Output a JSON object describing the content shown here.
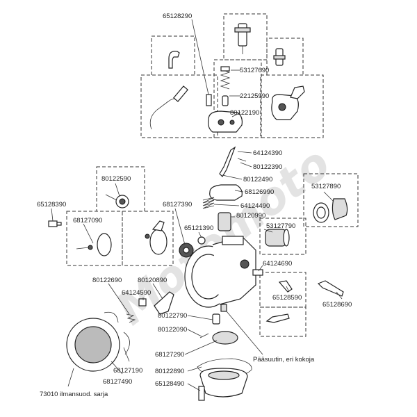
{
  "watermark": "Motomoto",
  "labels": {
    "p65128290": "65128290",
    "p53127690": "53127690",
    "p22125990": "22125990",
    "p80122190": "80122190",
    "p64124390": "64124390",
    "p80122390": "80122390",
    "p80122490": "80122490",
    "p68126990": "68126990",
    "p64124490": "64124490",
    "p80120990": "80120990",
    "p53127890": "53127890",
    "p53127790": "53127790",
    "p80122590": "80122590",
    "p65128390": "65128390",
    "p68127090": "68127090",
    "p68127390": "68127390",
    "p65121390": "65121390",
    "p64124690": "64124690",
    "p80122690": "80122690",
    "p80120890": "80120890",
    "p64124590": "64124590",
    "p65128590": "65128590",
    "p65128690": "65128690",
    "p80122790": "80122790",
    "p80122090": "80122090",
    "p68127290": "68127290",
    "p80122890": "80122890",
    "p65128490": "65128490",
    "p68127190": "68127190",
    "p68127490": "68127490",
    "main_jet_note": "Pääsuutin, eri kokoja",
    "air_filter_note": "73010 ilmansuod. sarja"
  }
}
